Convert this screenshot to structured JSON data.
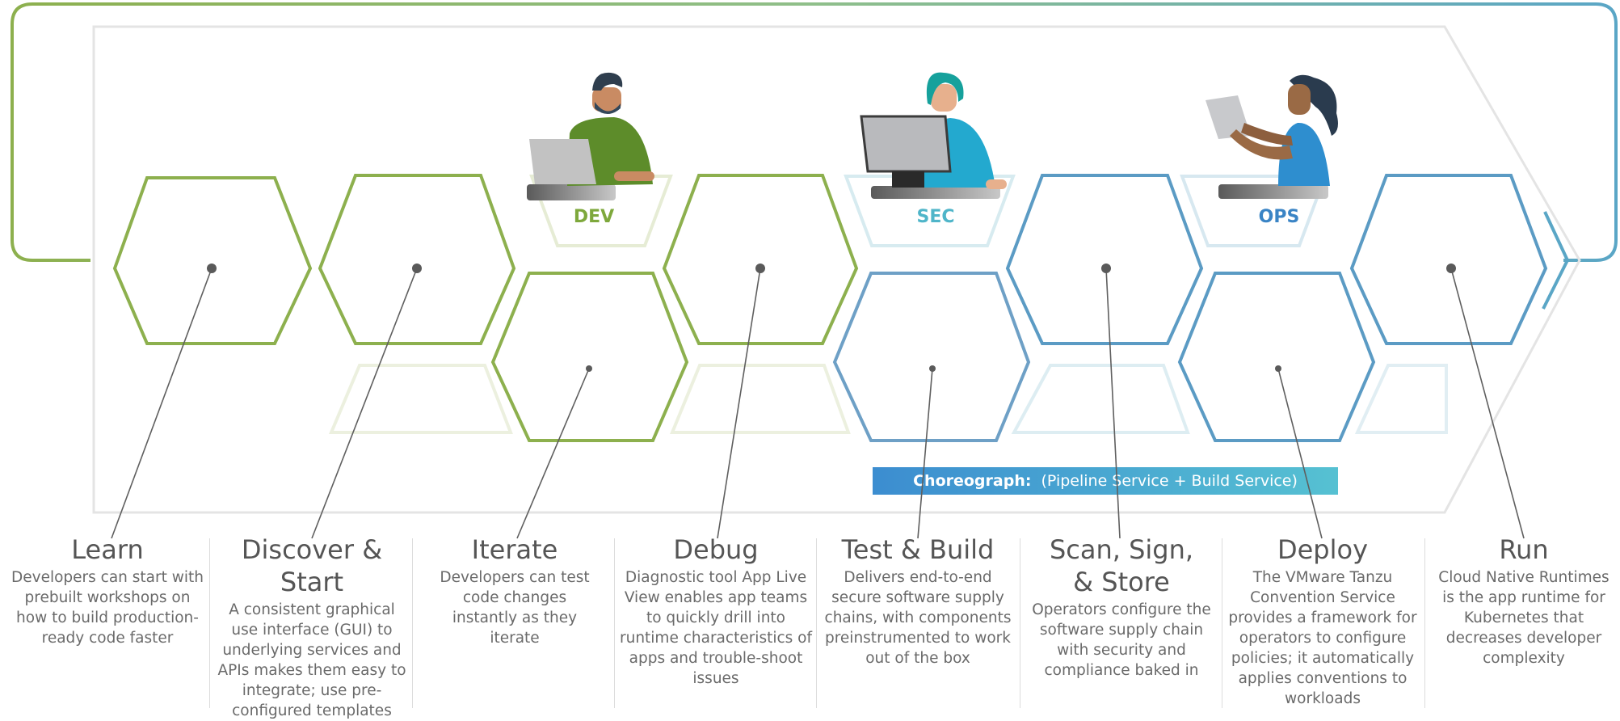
{
  "roles": {
    "dev": "DEV",
    "sec": "SEC",
    "ops": "OPS"
  },
  "choreograph": {
    "bold": "Choreograph:",
    "rest": "(Pipeline Service + Build Service)"
  },
  "colors": {
    "green": "#8db04e",
    "blue": "#5b9bc4",
    "teal": "#6dbccd",
    "choreograph_bar_start": "#3c8dd0",
    "choreograph_bar_end": "#56c1d2",
    "dev_label": "#7ea83c",
    "sec_label": "#4fb5c9",
    "ops_label": "#3a84c5"
  },
  "steps": [
    {
      "title": "Learn",
      "desc": "Developers can start with prebuilt workshops on how to build production-ready code faster"
    },
    {
      "title": "Discover & Start",
      "desc": "A consistent graphical use interface (GUI) to underlying services and APIs makes them easy to integrate; use pre-configured templates"
    },
    {
      "title": "Iterate",
      "desc": "Developers can test code changes instantly as they iterate"
    },
    {
      "title": "Debug",
      "desc": "Diagnostic tool App Live View enables app teams to quickly drill into runtime characteristics of apps and trouble-shoot issues"
    },
    {
      "title": "Test & Build",
      "desc": "Delivers end-to-end secure software supply chains, with components preinstrumented to work out of the box"
    },
    {
      "title": "Scan, Sign, & Store",
      "desc": "Operators configure the software supply chain with security and compliance baked in"
    },
    {
      "title": "Deploy",
      "desc": "The VMware Tanzu Convention Service provides a framework for operators to configure policies; it automatically applies conventions to workloads"
    },
    {
      "title": "Run",
      "desc": "Cloud Native Runtimes is the app runtime for Kubernetes that decreases developer complexity"
    }
  ]
}
